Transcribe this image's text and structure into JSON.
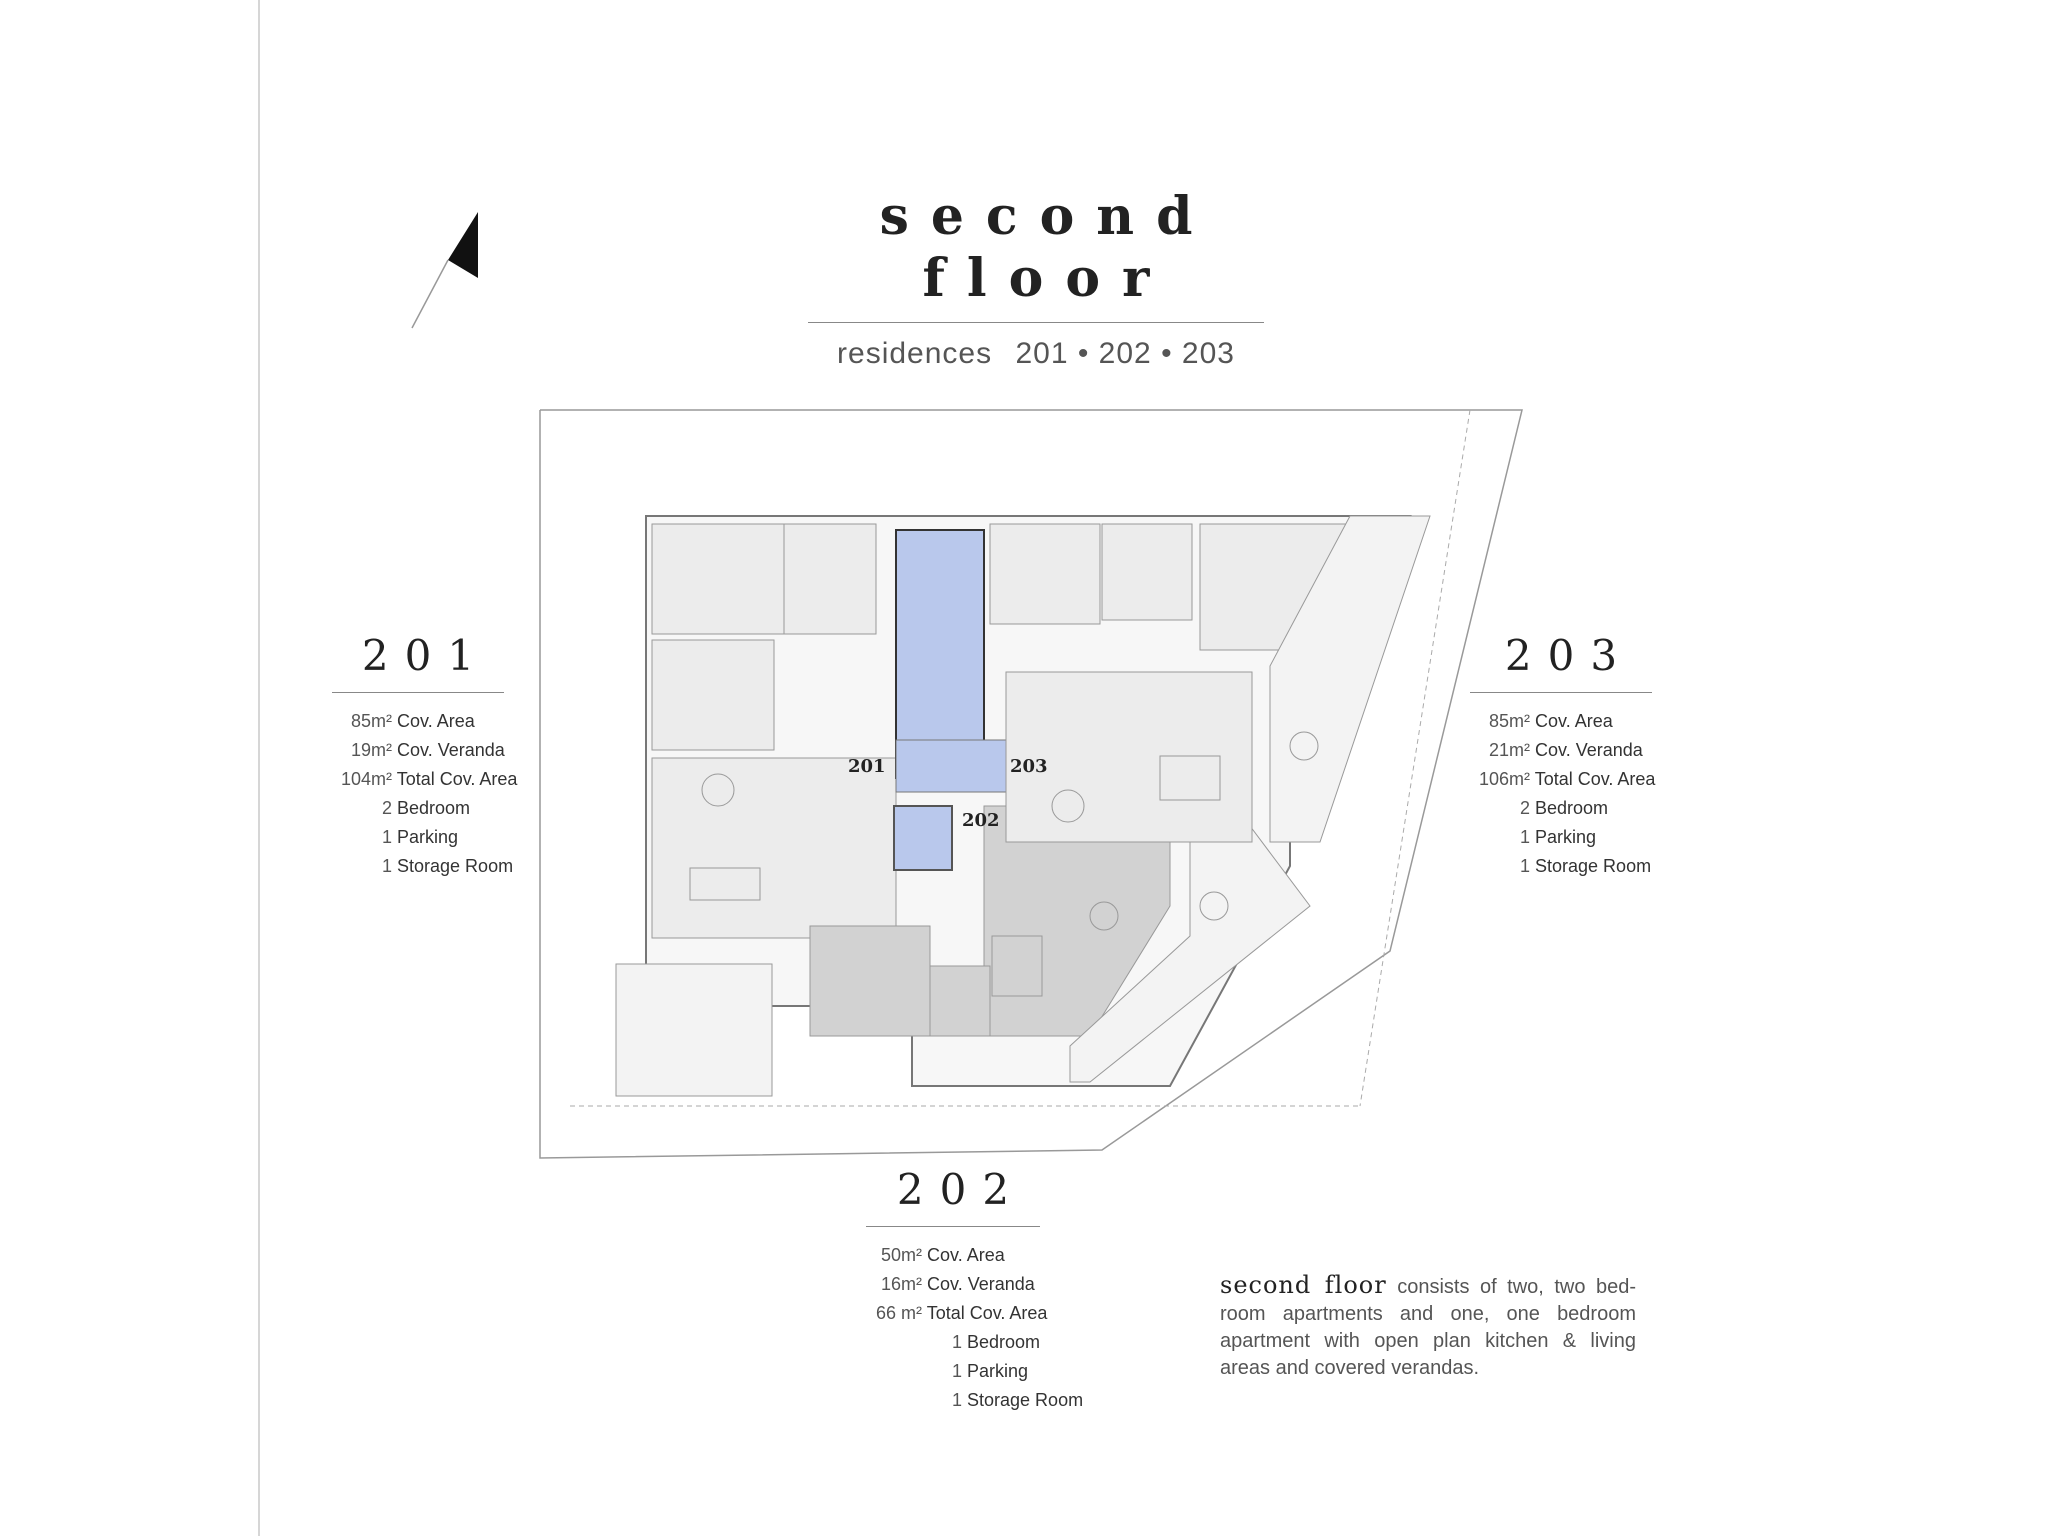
{
  "header": {
    "title": "second floor",
    "subtitle_label": "residences",
    "subtitle_units": "201 • 202 • 203"
  },
  "units": [
    {
      "name": "201",
      "stats": [
        {
          "q": "85m²",
          "label": "Cov. Area"
        },
        {
          "q": "19m²",
          "label": "Cov. Veranda"
        },
        {
          "q": "104m²",
          "label": "Total Cov. Area"
        },
        {
          "q": "2",
          "label": "Bedroom"
        },
        {
          "q": "1",
          "label": "Parking"
        },
        {
          "q": "1",
          "label": "Storage Room"
        }
      ]
    },
    {
      "name": "202",
      "stats": [
        {
          "q": "50m²",
          "label": "Cov. Area"
        },
        {
          "q": "16m²",
          "label": "Cov. Veranda"
        },
        {
          "q": "66 m²",
          "label": "Total Cov. Area"
        },
        {
          "q": "1",
          "label": "Bedroom"
        },
        {
          "q": "1",
          "label": "Parking"
        },
        {
          "q": "1",
          "label": "Storage Room"
        }
      ]
    },
    {
      "name": "203",
      "stats": [
        {
          "q": "85m²",
          "label": "Cov. Area"
        },
        {
          "q": "21m²",
          "label": "Cov. Veranda"
        },
        {
          "q": "106m²",
          "label": "Total Cov. Area"
        },
        {
          "q": "2",
          "label": "Bedroom"
        },
        {
          "q": "1",
          "label": "Parking"
        },
        {
          "q": "1",
          "label": "Storage Room"
        }
      ]
    }
  ],
  "plan": {
    "tags": [
      "201",
      "202",
      "203"
    ],
    "colors": {
      "stair": "#b9c8ec",
      "unit202": "#d2d2d2",
      "rooms": "#ececec",
      "lines": "#8a8a8a"
    }
  },
  "description": {
    "lead": "second floor",
    "body": "consists of two, two bed-room apartments and one, one bedroom apartment with open plan kitchen & living areas and covered verandas."
  }
}
